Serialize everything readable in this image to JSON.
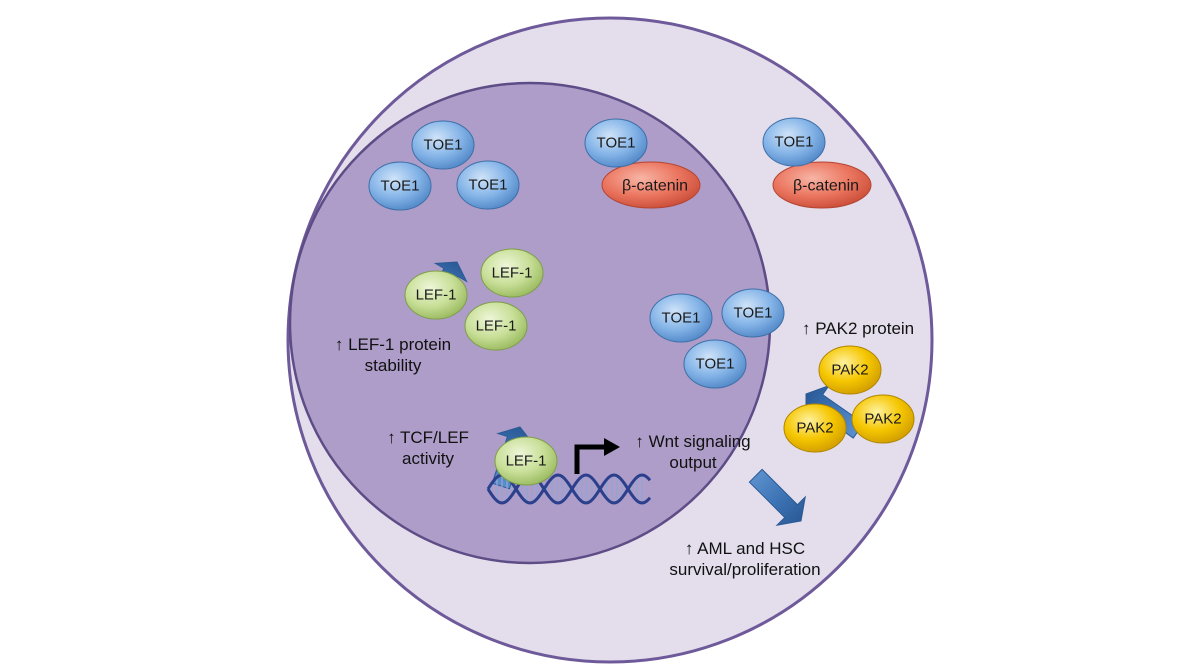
{
  "molecules": {
    "toe1": "TOE1",
    "beta_catenin": "β-catenin",
    "lef1": "LEF-1",
    "pak2": "PAK2"
  },
  "labels": {
    "lef1_stability": [
      "↑ LEF-1 protein",
      "stability"
    ],
    "tcf_lef_activity": [
      "↑ TCF/LEF",
      "activity"
    ],
    "wnt_output": [
      "↑ Wnt signaling",
      "output"
    ],
    "pak2_protein": "↑ PAK2 protein",
    "aml_hsc": [
      "↑ AML and HSC",
      "survival/proliferation"
    ]
  },
  "colors": {
    "cell": "#e4deec",
    "nucleus": "#ad9dc8",
    "membrane": "#6e5a9a",
    "toe1": "#7fb0e6",
    "beta_catenin": "#e8705a",
    "lef1": "#c5dd92",
    "pak2": "#f2c200",
    "arrow": "#3e74b4",
    "dna": "#2c3f8c"
  }
}
